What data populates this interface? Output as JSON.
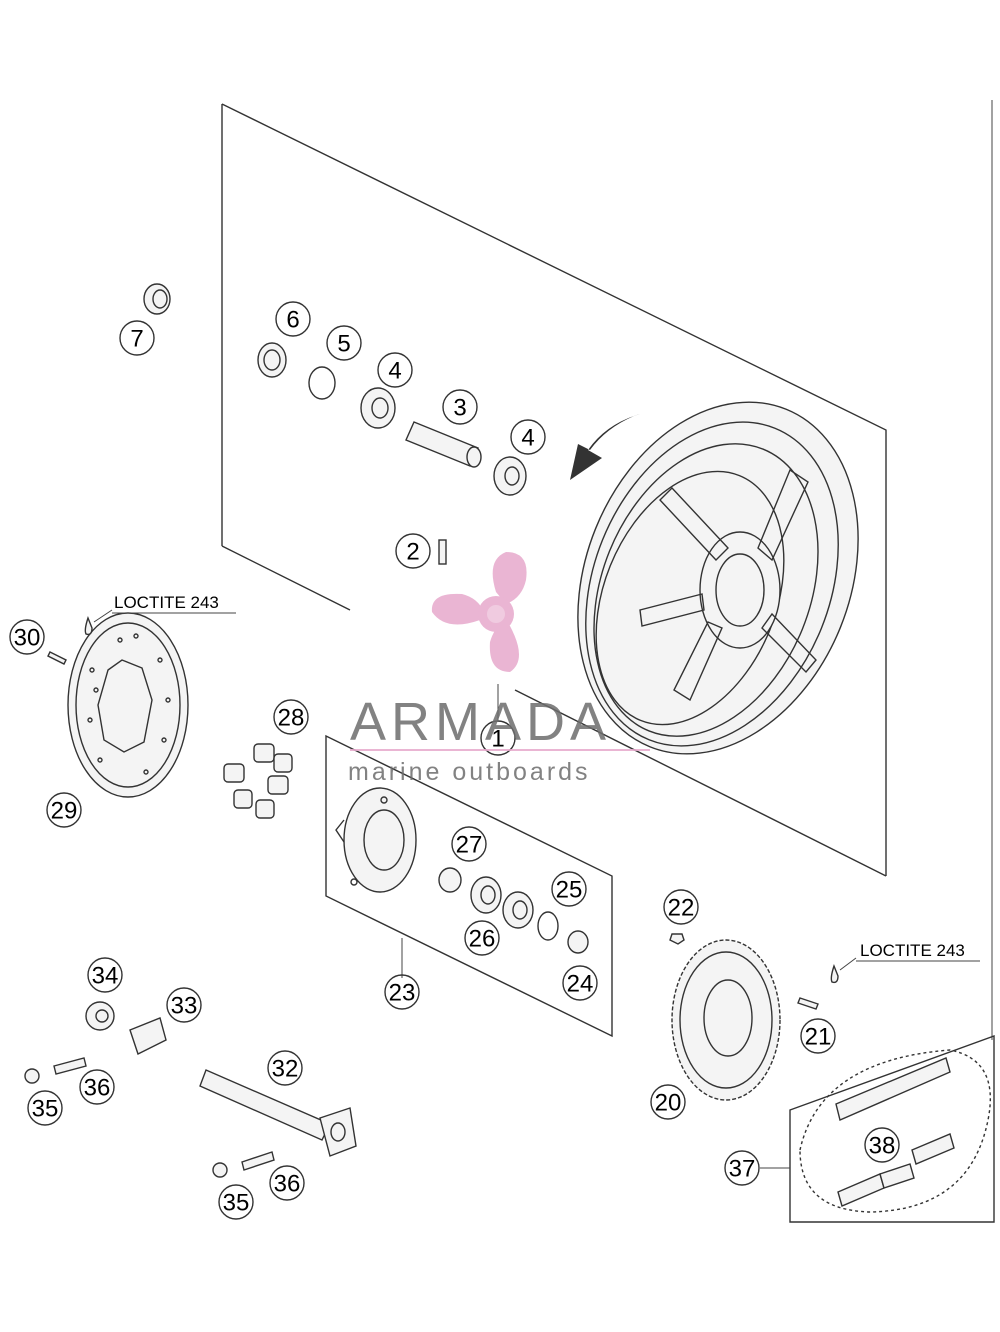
{
  "callouts": {
    "c1": "1",
    "c2": "2",
    "c3": "3",
    "c4a": "4",
    "c4b": "4",
    "c5": "5",
    "c6": "6",
    "c7": "7",
    "c20": "20",
    "c21": "21",
    "c22": "22",
    "c23": "23",
    "c24": "24",
    "c25": "25",
    "c26": "26",
    "c27": "27",
    "c28": "28",
    "c29": "29",
    "c30": "30",
    "c32": "32",
    "c33": "33",
    "c34": "34",
    "c35a": "35",
    "c35b": "35",
    "c36a": "36",
    "c36b": "36",
    "c37": "37",
    "c38": "38"
  },
  "notes": {
    "loctite_left": "LOCTITE 243",
    "loctite_right": "LOCTITE 243"
  },
  "watermark": {
    "title": "ARMADA",
    "subtitle": "marine outboards",
    "color": "#e7a9cc"
  }
}
